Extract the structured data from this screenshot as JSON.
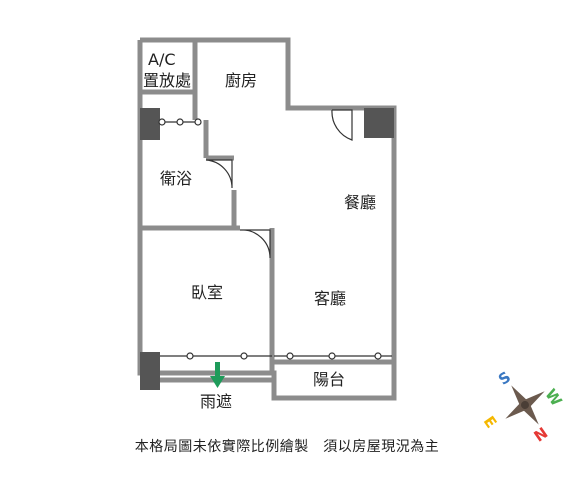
{
  "rooms": {
    "ac_line1": "A/C",
    "ac_line2": "置放處",
    "kitchen": "廚房",
    "bathroom": "衛浴",
    "dining": "餐廳",
    "bedroom": "臥室",
    "living": "客廳",
    "balcony": "陽台",
    "awning": "雨遮"
  },
  "note": "本格局圖未依實際比例繪製　須以房屋現況為主",
  "compass": {
    "letters": [
      "S",
      "W",
      "N",
      "E"
    ],
    "colors": {
      "S": "#3a78c2",
      "W": "#4caf50",
      "N": "#e53935",
      "E": "#f5b800"
    }
  },
  "colors": {
    "wall": "#8c8c8c",
    "pillar": "#555555",
    "arrow": "#1e9b5a"
  }
}
